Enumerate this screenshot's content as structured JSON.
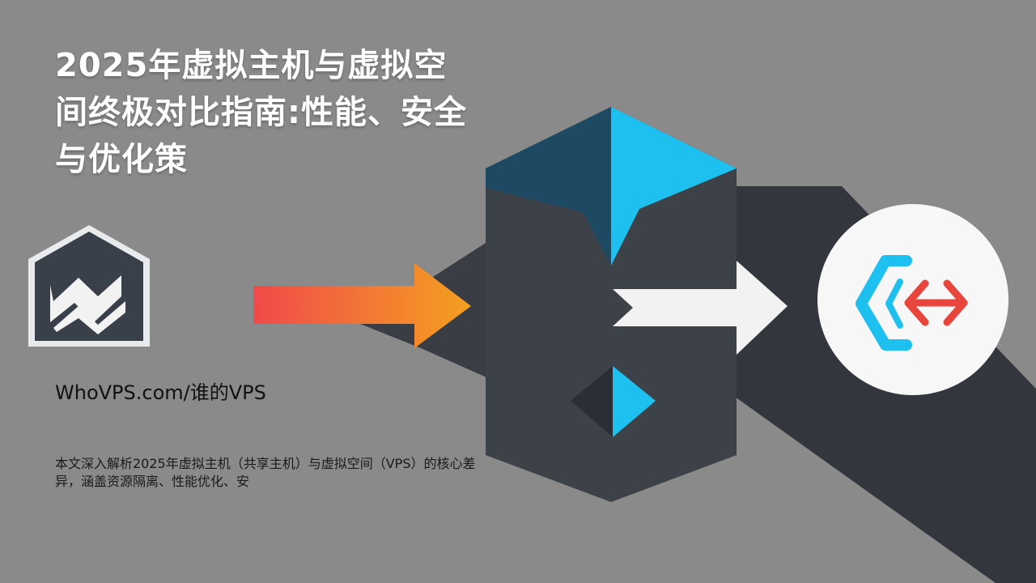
{
  "title": "2025年虚拟主机与虚拟空间终极对比指南:性能、安全与优化策",
  "site": "WhoVPS.com/谁的VPS",
  "description": "本文深入解析2025年虚拟主机（共享主机）与虚拟空间（VPS）的核心差异，涵盖资源隔离、性能优化、安",
  "colors": {
    "background": "#8a8a8a",
    "dark_panel": "#3b3f46",
    "accent_blue": "#1ec0f0",
    "arrow_orange": "#f5a020",
    "arrow_red": "#f04a4a",
    "icon_red": "#e8453c"
  }
}
